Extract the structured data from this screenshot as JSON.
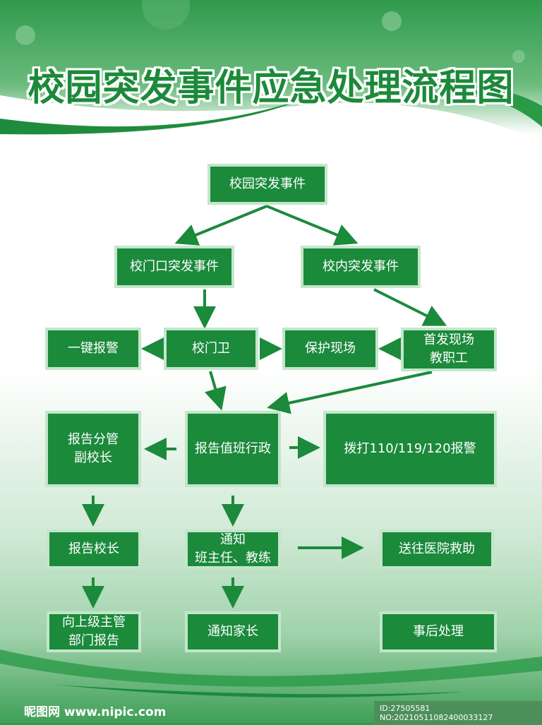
{
  "title": "校园突发事件应急处理流程图",
  "nodes": {
    "root": "校园突发事件",
    "gate": "校门口突发事件",
    "inside": "校内突发事件",
    "alarm": "一键报警",
    "guard": "校门卫",
    "protect": "保护现场",
    "staff": "首发现场\n教职工",
    "vp": "报告分管\n副校长",
    "duty": "报告值班行政",
    "call": "拨打110/119/120报警",
    "principal": "报告校长",
    "notify": "通知\n班主任、教练",
    "hospital": "送往医院救助",
    "upper": "向上级主管\n部门报告",
    "parents": "通知家长",
    "after": "事后处理"
  },
  "watermark": "昵图网 www.nipic.com",
  "image_id": "ID:27505581 NO:20210511082400033127",
  "colors": {
    "box": "#1b8a3b",
    "border": "#c3e6cb",
    "title": "#1c8a3a"
  }
}
